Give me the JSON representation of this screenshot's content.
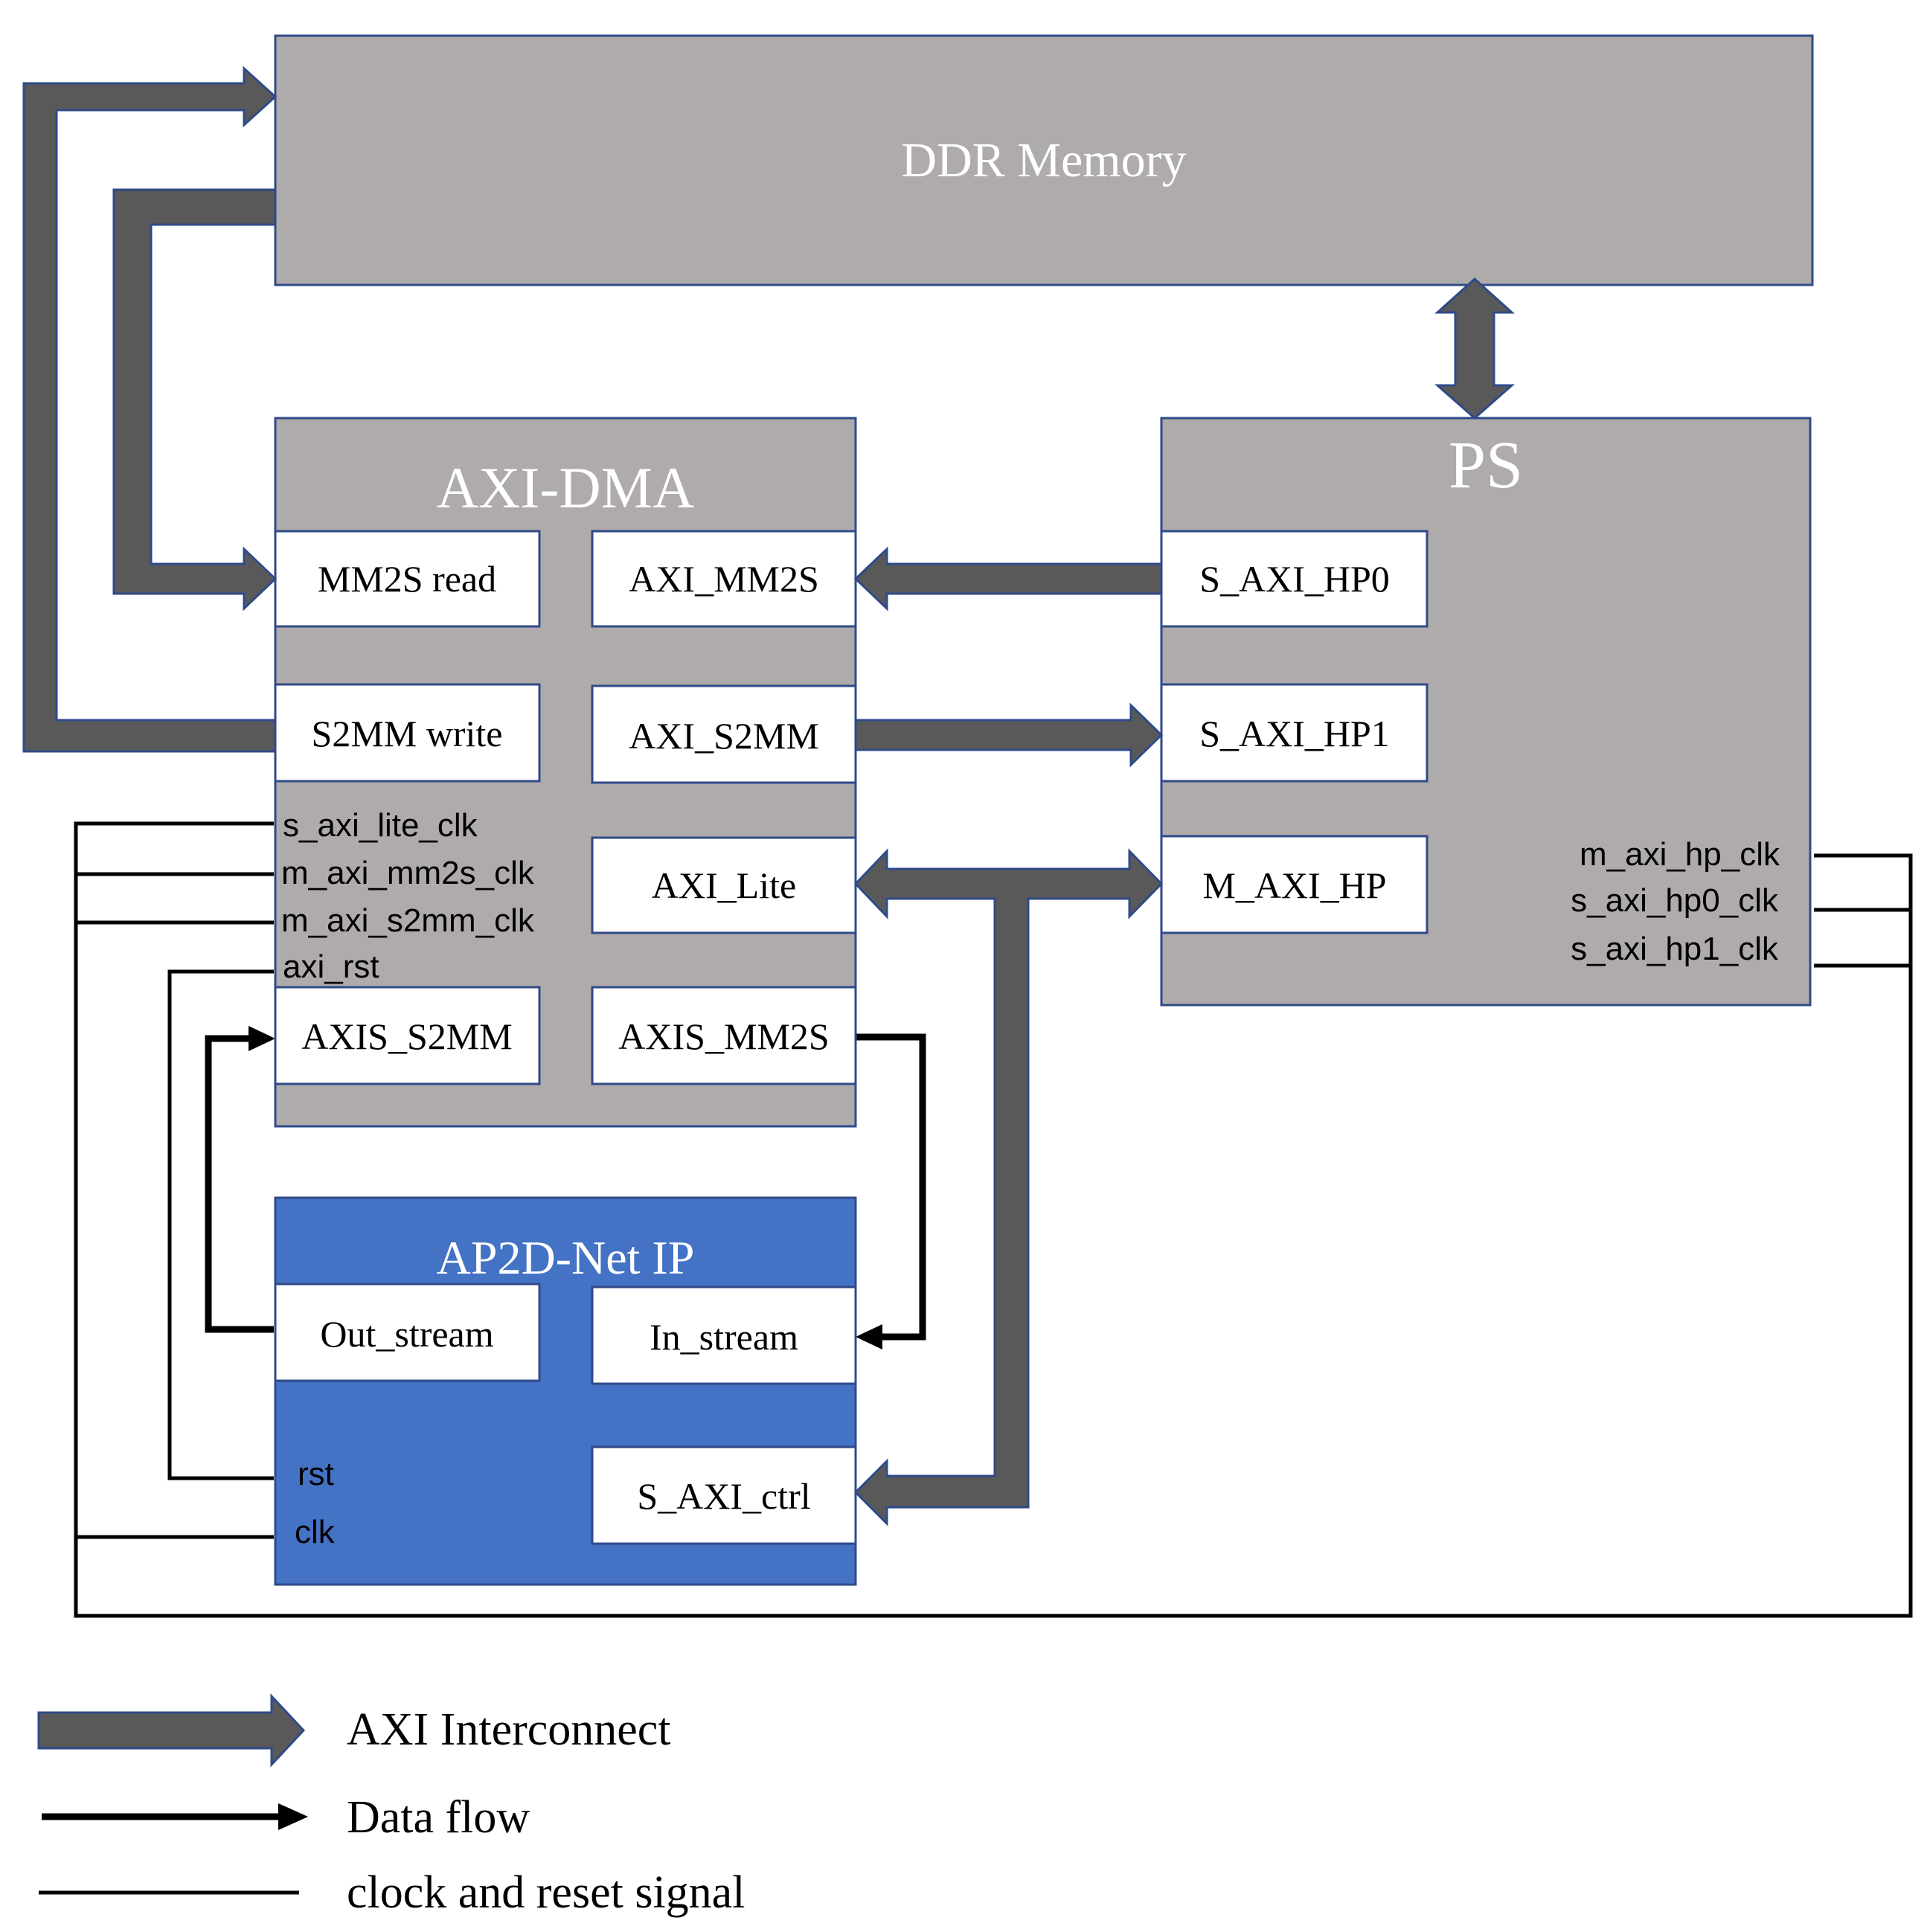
{
  "blocks": {
    "ddr": {
      "label": "DDR Memory"
    },
    "axi_dma": {
      "label": "AXI-DMA"
    },
    "ps": {
      "label": "PS"
    },
    "ap2d": {
      "label": "AP2D-Net IP"
    }
  },
  "ports": {
    "mm2s_read": "MM2S read",
    "axi_mm2s": "AXI_MM2S",
    "s2mm_write": "S2MM write",
    "axi_s2mm": "AXI_S2MM",
    "axi_lite": "AXI_Lite",
    "axis_s2mm": "AXIS_S2MM",
    "axis_mm2s": "AXIS_MM2S",
    "s_axi_hp0": "S_AXI_HP0",
    "s_axi_hp1": "S_AXI_HP1",
    "m_axi_hp": "M_AXI_HP",
    "out_stream": "Out_stream",
    "in_stream": "In_stream",
    "s_axi_ctrl": "S_AXI_ctrl"
  },
  "signals": {
    "s_axi_lite_clk": "s_axi_lite_clk",
    "m_axi_mm2s_clk": "m_axi_mm2s_clk",
    "m_axi_s2mm_clk": "m_axi_s2mm_clk",
    "axi_rst": "axi_rst",
    "m_axi_hp_clk": "m_axi_hp_clk",
    "s_axi_hp0_clk": "s_axi_hp0_clk",
    "s_axi_hp1_clk": "s_axi_hp1_clk",
    "rst": "rst",
    "clk": "clk"
  },
  "legend": {
    "axi_interconnect": "AXI Interconnect",
    "data_flow": "Data flow",
    "clock_reset": "clock and reset signal"
  },
  "colors": {
    "gray_block": "#aeabaa",
    "blue_block": "#4472c4",
    "block_border": "#2f4a8a",
    "bus_arrow": "#595959",
    "bus_border": "#2f4a8a",
    "line": "#000000",
    "white_text": "#ffffff",
    "port_fill": "#ffffff"
  }
}
